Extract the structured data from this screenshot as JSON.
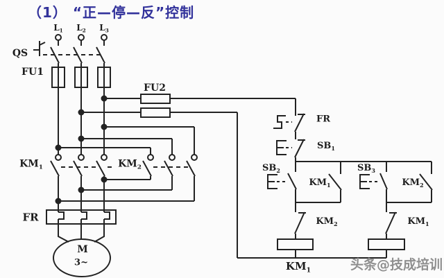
{
  "title": "（1） “正—停—反”控制",
  "watermark": "头条@技成培训",
  "colors": {
    "title": "#32329b",
    "wire": "#222222",
    "watermark": "#8f8f8f",
    "background": "#fbfbfb"
  },
  "power": {
    "phases": [
      {
        "base": "L",
        "sub": "1"
      },
      {
        "base": "L",
        "sub": "2"
      },
      {
        "base": "L",
        "sub": "3"
      }
    ],
    "switch_label": "QS",
    "main_fuse_label": "FU1",
    "control_fuse_label": "FU2",
    "forward_contactor": {
      "base": "KM",
      "sub": "1"
    },
    "reverse_contactor": {
      "base": "KM",
      "sub": "2"
    },
    "thermal_relay_label": "FR",
    "motor_letter": "M",
    "motor_phase": "3~"
  },
  "control": {
    "thermal_contact_label": "FR",
    "stop_button": {
      "base": "SB",
      "sub": "1"
    },
    "forward_button": {
      "base": "SB",
      "sub": "2"
    },
    "reverse_button": {
      "base": "SB",
      "sub": "3"
    },
    "forward_seal_contact": {
      "base": "KM",
      "sub": "1"
    },
    "reverse_seal_contact": {
      "base": "KM",
      "sub": "2"
    },
    "reverse_interlock_contact": {
      "base": "KM",
      "sub": "2"
    },
    "forward_interlock_contact": {
      "base": "KM",
      "sub": "1"
    },
    "forward_coil_label": {
      "base": "KM",
      "sub": "1"
    }
  }
}
